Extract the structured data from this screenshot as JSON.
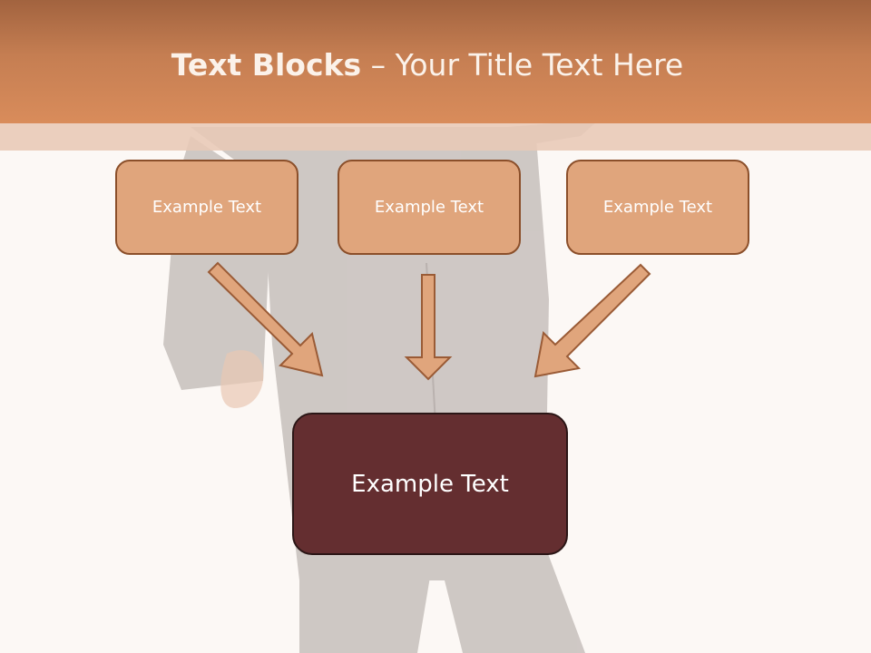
{
  "slide": {
    "title_bold": "Text Blocks",
    "title_dash": " – ",
    "title_rest": "Your Title Text Here"
  },
  "blocks": {
    "left": "Example Text",
    "center": "Example Text",
    "right": "Example Text",
    "bottom": "Example Text"
  },
  "colors": {
    "header": "#d98c5b",
    "small_box_fill": "#e0a57c",
    "small_box_border": "#8b4f2a",
    "big_box_fill": "#642e30",
    "arrow_fill": "#e0a57c",
    "arrow_stroke": "#9a5b36"
  }
}
